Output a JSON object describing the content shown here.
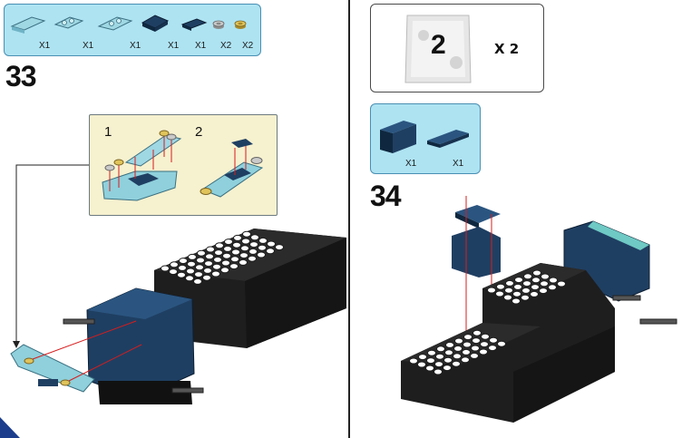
{
  "step33": {
    "number": "33",
    "parts_quantities": [
      "X1",
      "X1",
      "X1",
      "X1",
      "X1",
      "X2",
      "X2"
    ],
    "sub_steps": [
      "1",
      "2"
    ]
  },
  "step34": {
    "number": "34",
    "bag": {
      "number": "2",
      "count": "X 2"
    },
    "parts_quantities": [
      "X1",
      "X1"
    ]
  },
  "colors": {
    "parts_bg": "#aee3f2",
    "sub_bg": "#f6f1cf",
    "dark_blue": "#1c3d5e",
    "light_blue": "#8fd0dc",
    "black_brick": "#1e1e1e",
    "red_arrow": "#d81c1c"
  },
  "icons": [
    "divider",
    "assembly-arrow",
    "corner-tab"
  ]
}
